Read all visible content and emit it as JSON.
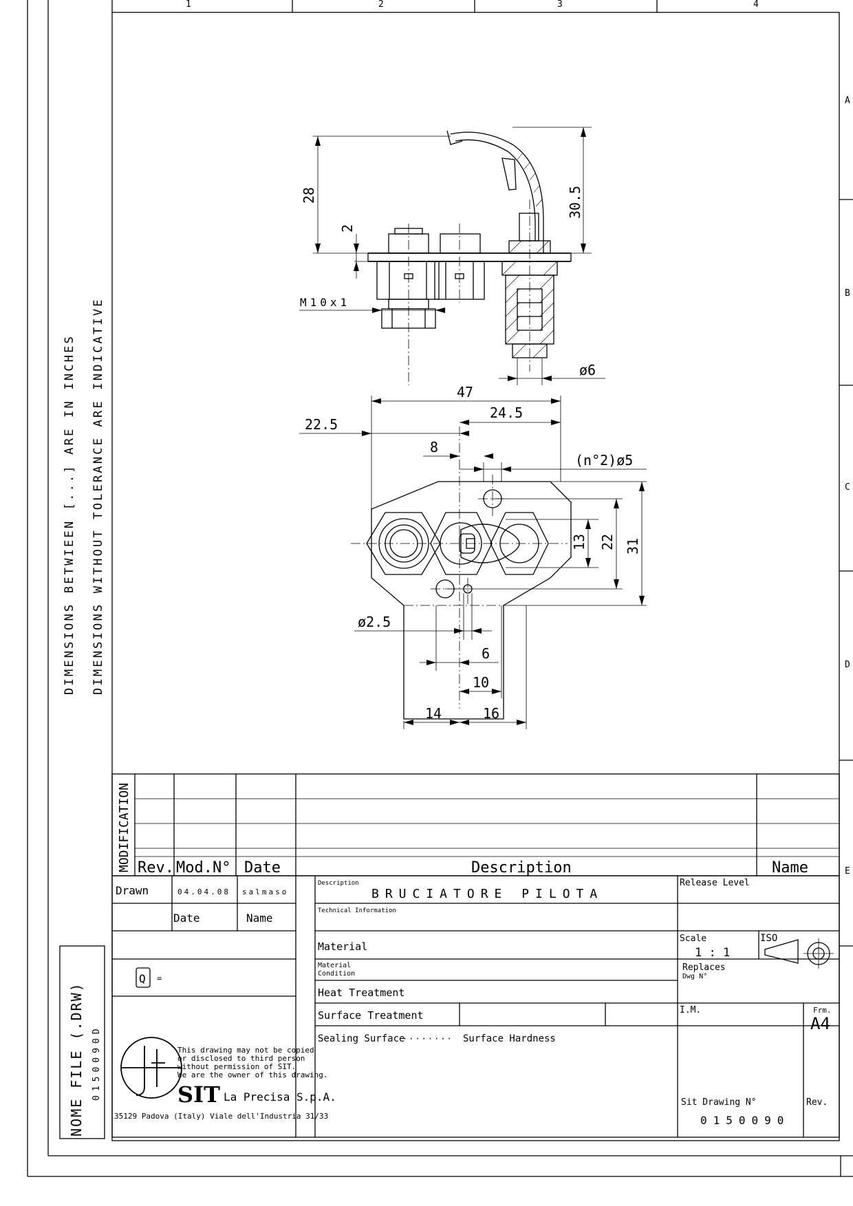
{
  "grid": {
    "columns": [
      "1",
      "2",
      "3",
      "4"
    ],
    "rows": [
      "A",
      "B",
      "C",
      "D",
      "E"
    ]
  },
  "side_notes": {
    "line1": "DIMENSIONS BETWIEEN [...] ARE IN INCHES",
    "line2": "DIMENSIONS WITHOUT TOLERANCE ARE INDICATIVE",
    "file_label": "NOME FILE (.DRW)",
    "file_number": "0150090D"
  },
  "dimensions": {
    "d28": "28",
    "d2": "2",
    "d30_5": "30.5",
    "thread": "M10x1",
    "dia6": "ø6",
    "d47": "47",
    "d24_5": "24.5",
    "d22_5": "22.5",
    "d8": "8",
    "holes": "(n°2)ø5",
    "d13": "13",
    "d22": "22",
    "d31": "31",
    "dia2_5": "ø2.5",
    "d6": "6",
    "d10": "10",
    "d14": "14",
    "d16": "16"
  },
  "modification": {
    "label": "MODIFICATION",
    "headers": {
      "rev": "Rev.",
      "mod": "Mod.N°",
      "date": "Date",
      "description": "Description",
      "name": "Name"
    }
  },
  "title_block": {
    "drawn_label": "Drawn",
    "drawn_date": "04.04.08",
    "drawn_name": "salmaso",
    "date_label": "Date",
    "name_label": "Name",
    "q_symbol": "Q",
    "q_value": "=",
    "notice": [
      "This drawing may not be copied",
      "or disclosed to third person",
      "without permission of SIT.",
      "We are the owner of this drawing."
    ],
    "company_logo": "SIT",
    "company_name": "La Precisa S.p.A.",
    "address": "35129 Padova (Italy) Viale dell'Industria 31/33",
    "description_label": "Description",
    "description_value": "BRUCIATORE PILOTA",
    "technical_info_label": "Technical Information",
    "material_label": "Material",
    "material_condition_label": "Material\nCondition",
    "heat_treatment_label": "Heat Treatment",
    "surface_treatment_label": "Surface Treatment",
    "sealing_surface_label": "Sealing Surface",
    "surface_hardness_label": "Surface Hardness",
    "release_level_label": "Release Level",
    "scale_label": "Scale",
    "scale_value": "1 : 1",
    "iso_label": "ISO",
    "replaces_label": "Replaces",
    "dwg_label": "Dwg N°",
    "im_label": "I.M.",
    "frm_label": "Frm.",
    "frm_value": "A4",
    "sit_drawing_label": "Sit Drawing N°",
    "sit_drawing_number": "0150090",
    "rev_label": "Rev."
  }
}
